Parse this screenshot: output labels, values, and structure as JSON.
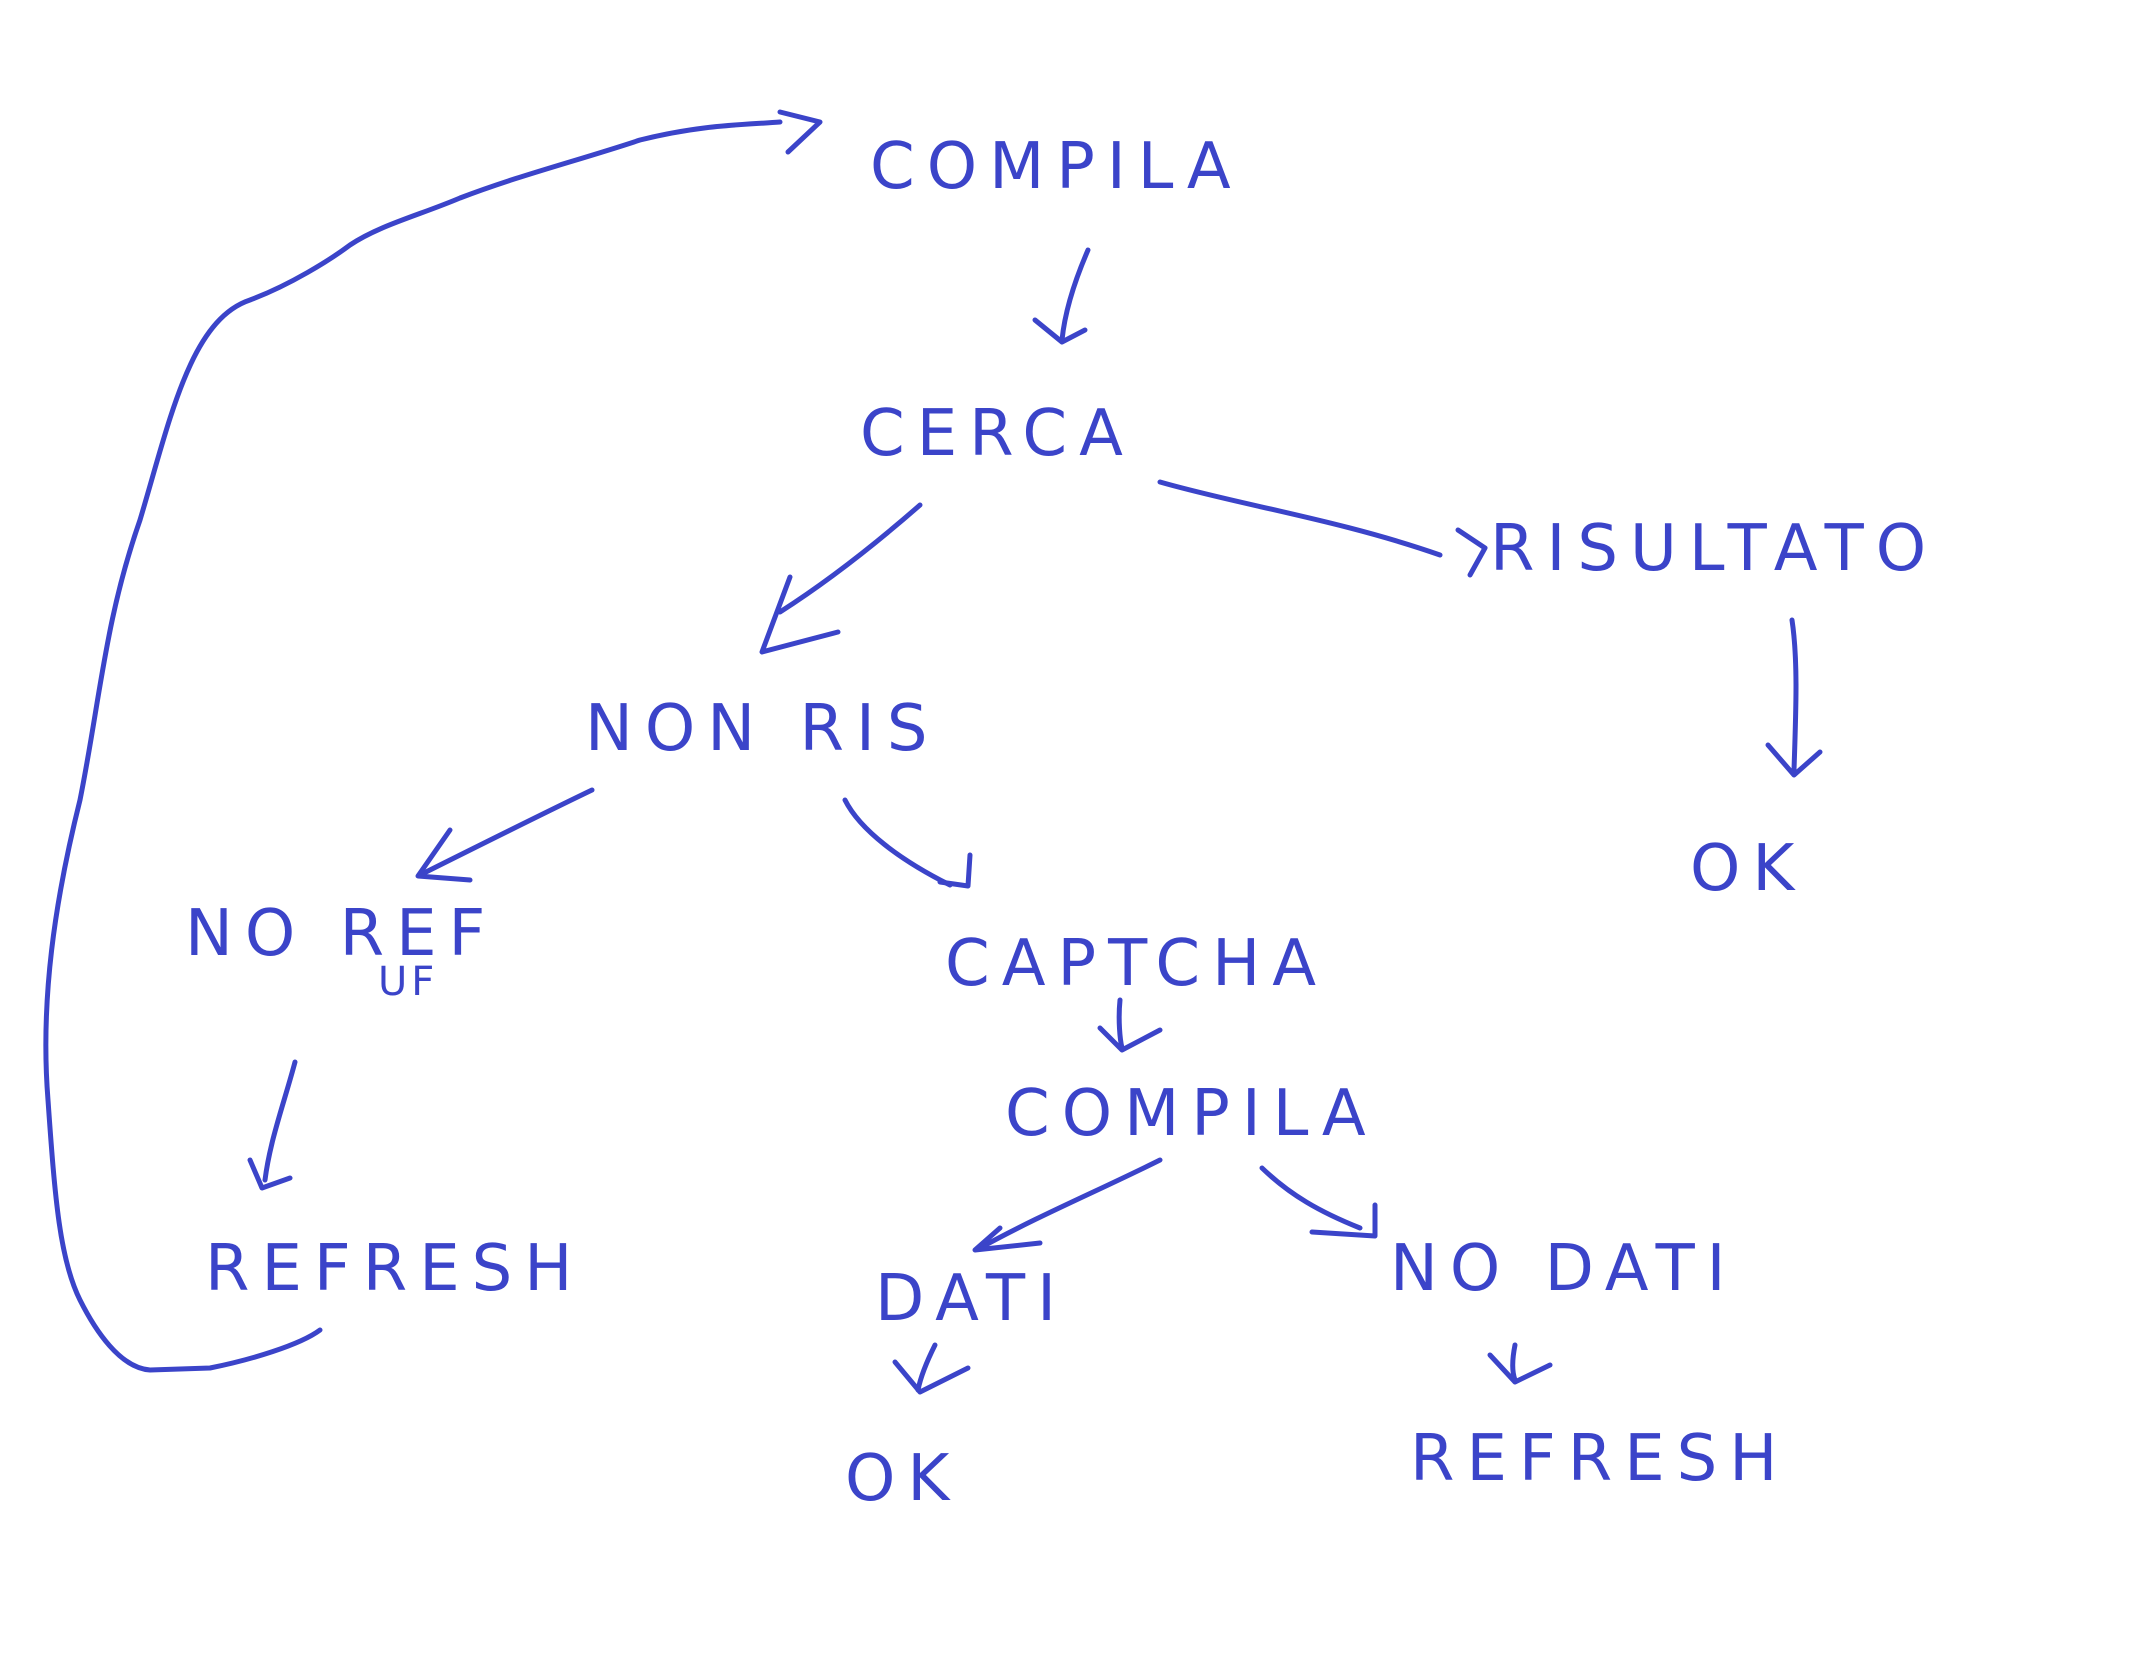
{
  "ink_color": "#3b44c9",
  "nodes": {
    "compila_top": "COMPILA",
    "cerca": "CERCA",
    "risultato": "RISULTATO",
    "ok_right": "OK",
    "non_ris": "NON RIS",
    "no_ref": "NO REF",
    "no_ref_sub": "UF",
    "refresh_left": "REFRESH",
    "captcha": "CAPTCHA",
    "compila_mid": "COMPILA",
    "dati": "DATI",
    "ok_bottom": "OK",
    "no_dati": "NO DATI",
    "refresh_right": "REFRESH"
  }
}
